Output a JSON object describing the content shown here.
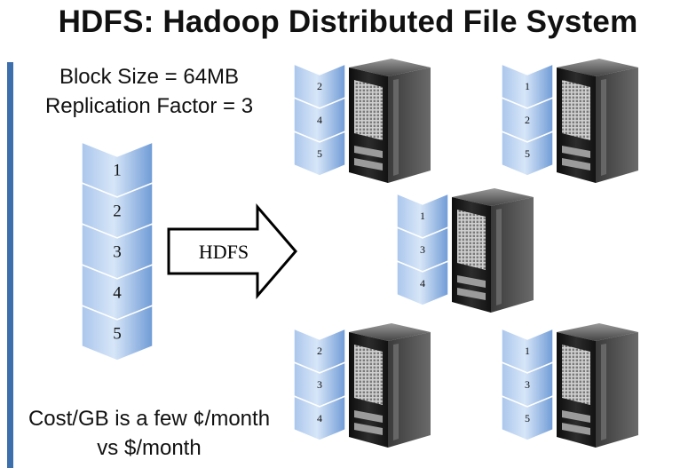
{
  "title": "HDFS: Hadoop Distributed File System",
  "params": {
    "block_size": "Block Size = 64MB",
    "replication": "Replication Factor = 3"
  },
  "file_blocks": [
    "1",
    "2",
    "3",
    "4",
    "5"
  ],
  "arrow_label": "HDFS",
  "servers": [
    {
      "name": "server-top-left",
      "blocks": [
        "2",
        "4",
        "5"
      ]
    },
    {
      "name": "server-top-right",
      "blocks": [
        "1",
        "2",
        "5"
      ]
    },
    {
      "name": "server-middle",
      "blocks": [
        "1",
        "3",
        "4"
      ]
    },
    {
      "name": "server-bottom-left",
      "blocks": [
        "2",
        "3",
        "4"
      ]
    },
    {
      "name": "server-bottom-right",
      "blocks": [
        "1",
        "3",
        "5"
      ]
    }
  ],
  "cost": {
    "line1": "Cost/GB is a few ¢/month",
    "line2": "vs $/month"
  },
  "colors": {
    "accent_bar": "#3d6fad",
    "block_light": "#cfe0f5",
    "block_dark": "#5f8fd1",
    "server_dark": "#1a1a1a"
  }
}
